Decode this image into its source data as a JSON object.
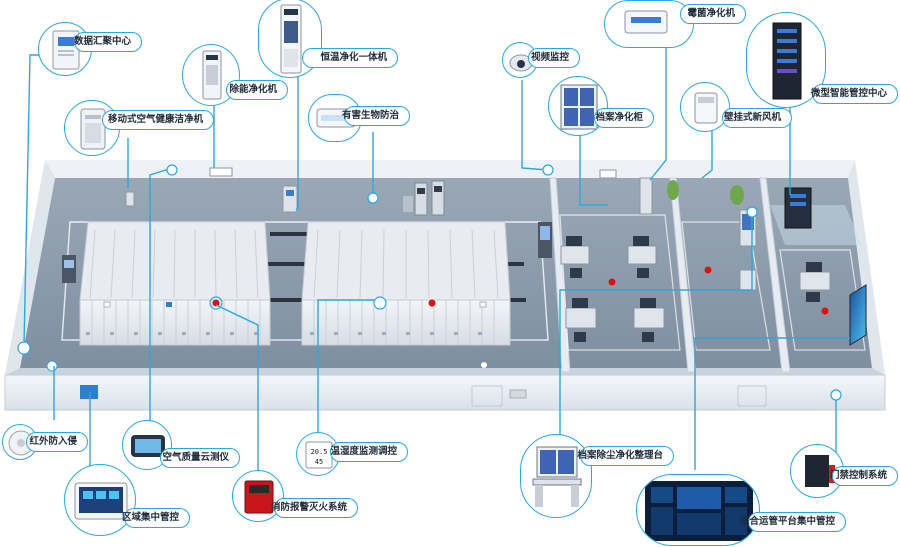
{
  "colors": {
    "accent": "#29a8e0",
    "floor": "#8f9fb0",
    "wall": "#e9eef3",
    "alarm": "#e01010"
  },
  "labels": {
    "data_center": "数据汇聚中心",
    "constant_temp": "恒温净化一体机",
    "dehumidify": "除能净化机",
    "mobile_air": "移动式空气健康洁净机",
    "pest_control": "有害生物防治",
    "video": "视频监控",
    "mold": "霉菌净化机",
    "archive_cabinet": "档案净化柜",
    "wall_fresh_air": "壁挂式新风机",
    "micro_control": "微型智能管控中心",
    "infrared": "红外防入侵",
    "air_quality": "空气质量云测仪",
    "regional": "区域集中管控",
    "temp_humidity": "温湿度监测调控",
    "fire": "消防报警灭火系统",
    "dust_table": "档案除尘净化整理台",
    "access": "门禁控制系统",
    "platform": "综合运管平台集中管控"
  },
  "icons": [
    "server-tower-icon",
    "purifier-tower-icon",
    "dehumidifier-icon",
    "air-purifier-icon",
    "pest-trap-icon",
    "camera-icon",
    "mold-purifier-icon",
    "cabinet-icon",
    "fresh-air-icon",
    "server-rack-icon",
    "infrared-sensor-icon",
    "air-monitor-icon",
    "control-panel-icon",
    "thermo-display-icon",
    "fire-panel-icon",
    "workbench-icon",
    "access-panel-icon",
    "dashboard-icon"
  ],
  "device_readout": {
    "thermo_value": "20.5",
    "humidity_value": "45"
  }
}
